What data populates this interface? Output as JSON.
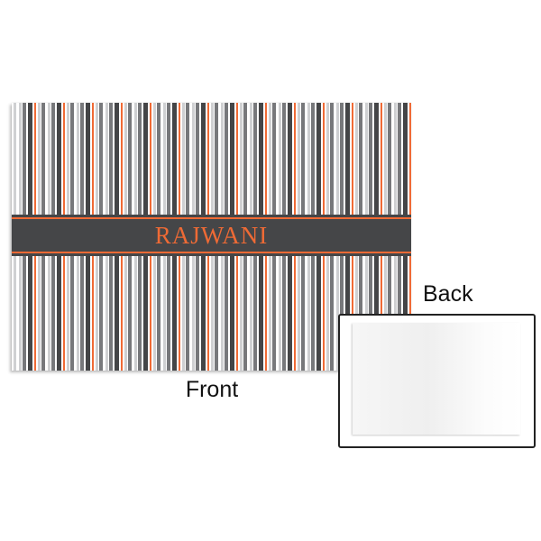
{
  "product": {
    "front": {
      "label": "Front",
      "monogram": "RAJWANI",
      "pattern": "vertical-stripes",
      "colors": {
        "dark_gray": "#444547",
        "mid_gray": "#77787b",
        "light_gray": "#cfd0d2",
        "orange": "#f06a35",
        "white": "#ffffff",
        "band": "#454648"
      }
    },
    "back": {
      "label": "Back"
    }
  }
}
